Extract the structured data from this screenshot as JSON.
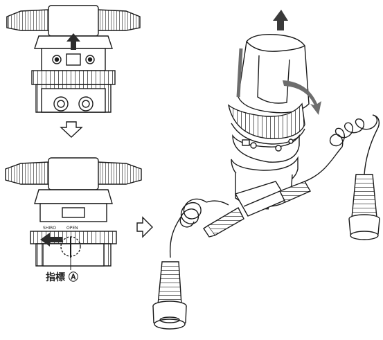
{
  "figure": {
    "callout_label": "指標 Ⓐ",
    "panel_tiny_texts": [
      "SHIRO",
      "OPEN"
    ],
    "colors": {
      "line": "#1a1a1a",
      "fill": "#ffffff",
      "shade": "#6d6d6d",
      "dark": "#2b2b2b",
      "arrow": "#3a3a3a"
    },
    "steps": [
      {
        "id": "step-1",
        "action": "push-up"
      },
      {
        "id": "step-2",
        "action": "rotate-left"
      },
      {
        "id": "step-3",
        "action": "pull-off"
      }
    ]
  }
}
